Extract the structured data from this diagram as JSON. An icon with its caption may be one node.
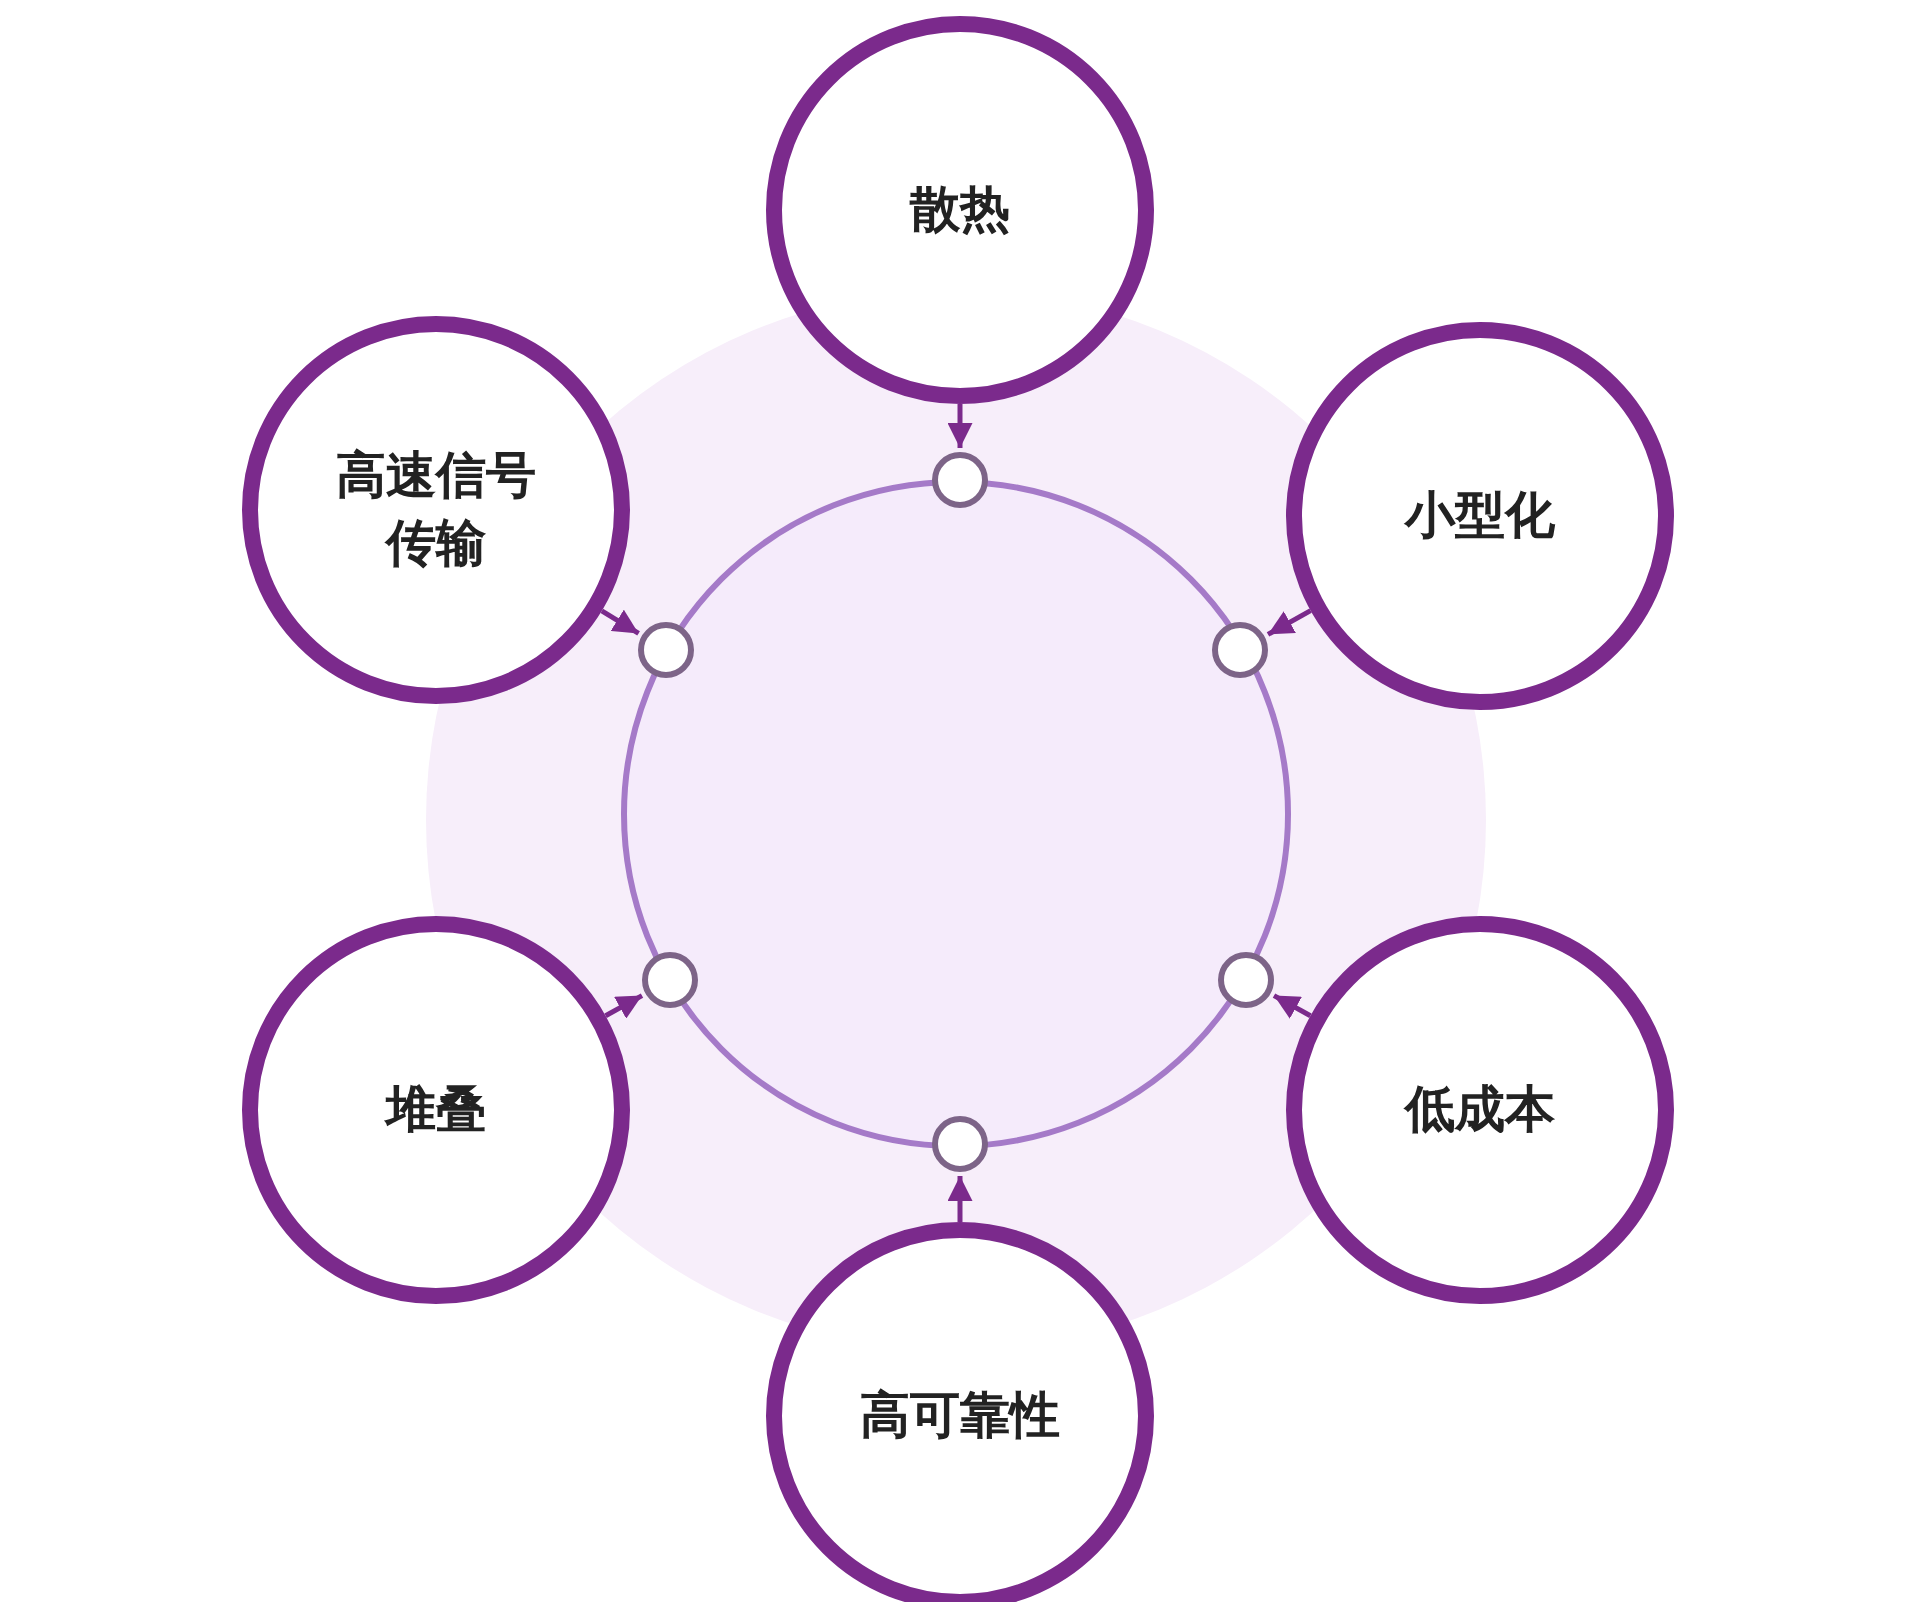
{
  "diagram": {
    "nodes": [
      {
        "text": [
          "散热"
        ]
      },
      {
        "text": [
          "高速信号传输"
        ]
      },
      {
        "text": [
          "小型化"
        ]
      },
      {
        "text": [
          "堆叠"
        ]
      },
      {
        "text": [
          "低成本"
        ]
      },
      {
        "text": [
          "高可靠性"
        ]
      },
      {
        "text": [],
        "shape": "circle"
      },
      {
        "text": [],
        "shape": "circle"
      },
      {
        "text": [],
        "shape": "circle"
      },
      {
        "text": [],
        "shape": "circle"
      },
      {
        "text": [],
        "shape": "circle"
      },
      {
        "text": [],
        "shape": "circle"
      }
    ],
    "edges": [
      {
        "from": 0,
        "to": 6,
        "arrow": "to"
      },
      {
        "from": 1,
        "to": 7,
        "arrow": "to"
      },
      {
        "from": 2,
        "to": 8,
        "arrow": "to"
      },
      {
        "from": 3,
        "to": 9,
        "arrow": "to"
      },
      {
        "from": 4,
        "to": 10,
        "arrow": "to"
      },
      {
        "from": 5,
        "to": 11,
        "arrow": "to"
      }
    ]
  }
}
